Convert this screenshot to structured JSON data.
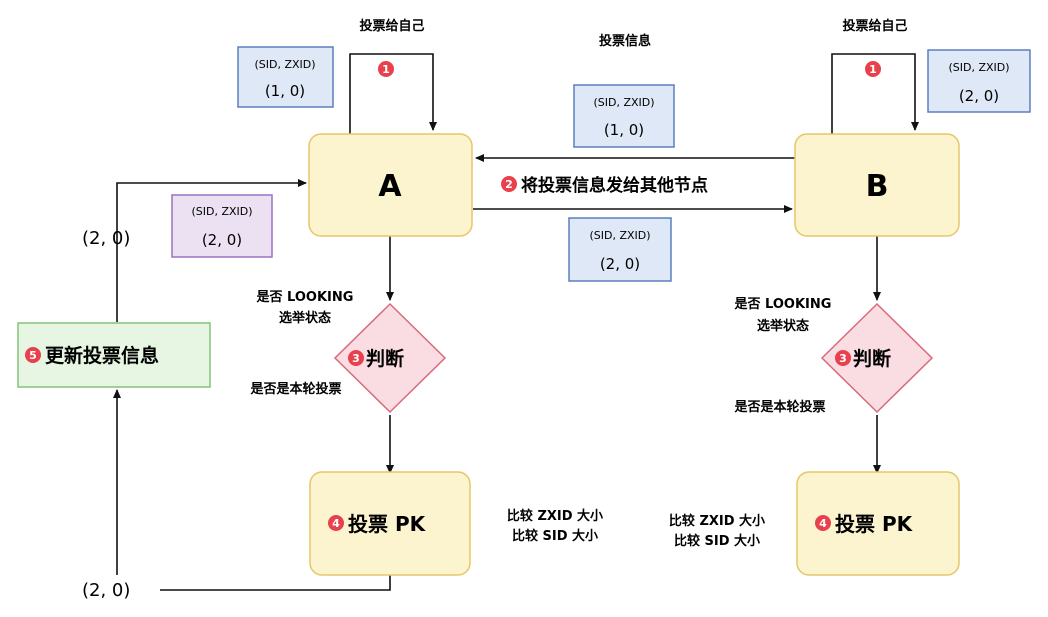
{
  "colors": {
    "node_fill": "#fbf4cf",
    "node_stroke": "#e6c766",
    "vote_fill": "#dfe8f6",
    "vote_stroke": "#5b7fbf",
    "vote2_fill": "#ebe1f3",
    "vote2_stroke": "#9a73bf",
    "diamond_fill": "#fadde2",
    "diamond_stroke": "#d96a7a",
    "update_fill": "#e7f6e3",
    "update_stroke": "#84c27b",
    "badge": "#e8414d",
    "arrow": "#111111"
  },
  "nodes": {
    "a": "A",
    "b": "B",
    "judge_a": "判断",
    "judge_b": "判断",
    "pk_a": "投票 PK",
    "pk_b": "投票 PK",
    "update": "更新投票信息"
  },
  "badges": {
    "self_vote_a": "1",
    "self_vote_b": "1",
    "send": "2",
    "judge_a": "3",
    "judge_b": "3",
    "pk_a": "4",
    "pk_b": "4",
    "update": "5"
  },
  "labels": {
    "self_vote_a": "投票给自己",
    "self_vote_b": "投票给自己",
    "vote_info": "投票信息",
    "send_to_others": "将投票信息发给其他节点",
    "looking_a_1": "是否 LOOKING",
    "looking_a_2": "选举状态",
    "looking_b_1": "是否 LOOKING",
    "looking_b_2": "选举状态",
    "round_a": "是否是本轮投票",
    "round_b": "是否是本轮投票",
    "cmp_a_1": "比较 ZXID 大小",
    "cmp_a_2": "比较 SID 大小",
    "cmp_b_1": "比较 ZXID 大小",
    "cmp_b_2": "比较 SID 大小",
    "result_left": "(2,  0)",
    "result_bottom": "(2,  0)"
  },
  "vote_boxes": {
    "a_self": {
      "header": "(SID,  ZXID)",
      "value": "(1,  0)"
    },
    "b_self": {
      "header": "(SID,  ZXID)",
      "value": "(2,  0)"
    },
    "b_to_a": {
      "header": "(SID,  ZXID)",
      "value": "(1,  0)"
    },
    "a_to_b": {
      "header": "(SID,  ZXID)",
      "value": "(2,  0)"
    },
    "a_updated": {
      "header": "(SID,  ZXID)",
      "value": "(2,  0)"
    }
  }
}
